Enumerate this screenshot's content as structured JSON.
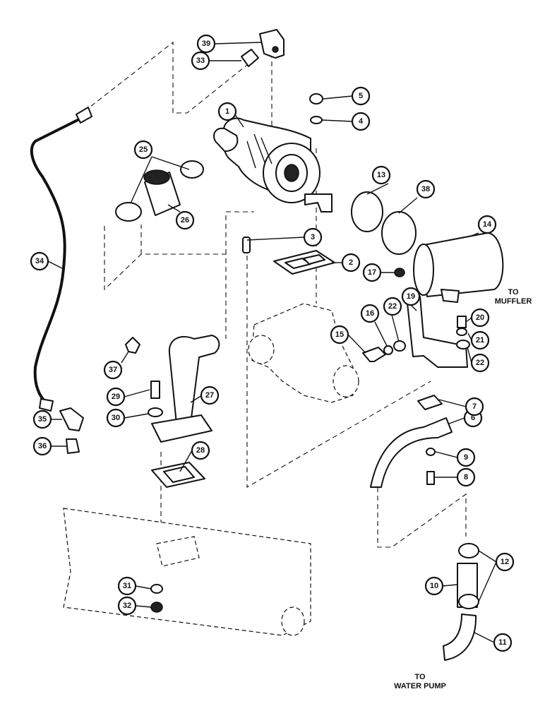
{
  "callouts": [
    "1",
    "2",
    "3",
    "4",
    "5",
    "6",
    "7",
    "8",
    "9",
    "10",
    "11",
    "12",
    "13",
    "14",
    "15",
    "16",
    "17",
    "19",
    "20",
    "21",
    "22",
    "25",
    "26",
    "27",
    "28",
    "29",
    "30",
    "31",
    "32",
    "33",
    "34",
    "35",
    "36",
    "37",
    "38",
    "39"
  ],
  "labels": {
    "muffler_line1": "TO",
    "muffler_line2": "MUFFLER",
    "pump_line1": "TO",
    "pump_line2": "WATER PUMP"
  }
}
